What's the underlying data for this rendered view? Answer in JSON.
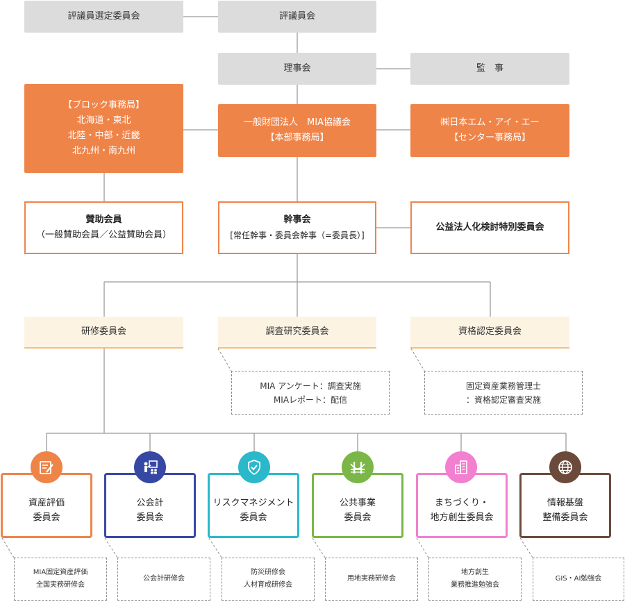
{
  "top": {
    "selection_committee": "評議員選定委員会",
    "council": "評議員会",
    "board": "理事会",
    "auditor": "監　事"
  },
  "block_office": {
    "lines": [
      "【ブロック事務局】",
      "北海道・東北",
      "北陸・中部・近畿",
      "北九州・南九州"
    ]
  },
  "hq": {
    "lines": [
      "一般財団法人　MIA協議会",
      "【本部事務局】"
    ]
  },
  "center": {
    "lines": [
      "㈱日本エム・アイ・エー",
      "【センター事務局】"
    ]
  },
  "supporting_members": {
    "title": "賛助会員",
    "sub": "（一般賛助会員／公益賛助会員）"
  },
  "secretariat": {
    "title": "幹事会",
    "sub": "[常任幹事・委員会幹事（=委員長）]"
  },
  "public_interest_committee": "公益法人化検討特別委員会",
  "mid_committees": [
    {
      "label": "研修委員会"
    },
    {
      "label": "調査研究委員会",
      "note": [
        "MIA アンケート：調査実施",
        "MIAレポート：配信"
      ]
    },
    {
      "label": "資格認定委員会",
      "note": [
        "固定資産業務管理士",
        "：資格認定審査実施"
      ]
    }
  ],
  "committees": [
    {
      "icon": "document-pen-icon",
      "color": "#ef8449",
      "lines": [
        "資産評価",
        "委員会"
      ],
      "note": [
        "MIA固定資産評価",
        "全国実務研修会"
      ]
    },
    {
      "icon": "presentation-icon",
      "color": "#3748a4",
      "lines": [
        "公会計",
        "委員会"
      ],
      "note": [
        "公会計研修会"
      ]
    },
    {
      "icon": "shield-check-icon",
      "color": "#2bb8cb",
      "lines": [
        "リスクマネジメント",
        "委員会"
      ],
      "note": [
        "防災研修会",
        "人材育成研修会"
      ]
    },
    {
      "icon": "bridge-icon",
      "color": "#7ab648",
      "lines": [
        "公共事業",
        "委員会"
      ],
      "note": [
        "用地実務研修会"
      ]
    },
    {
      "icon": "buildings-icon",
      "color": "#f27fcf",
      "lines": [
        "まちづくり・",
        "地方創生委員会"
      ],
      "note": [
        "地方創生",
        "業務推進勉強会"
      ]
    },
    {
      "icon": "globe-icon",
      "color": "#6b4a3c",
      "lines": [
        "情報基盤",
        "整備委員会"
      ],
      "note": [
        "GIS・AI勉強会"
      ]
    }
  ],
  "colors": {
    "orange": "#ef8449",
    "gray_box": "#dcdcdc",
    "cream": "#fdf3e3",
    "line": "#9a9a9a"
  }
}
